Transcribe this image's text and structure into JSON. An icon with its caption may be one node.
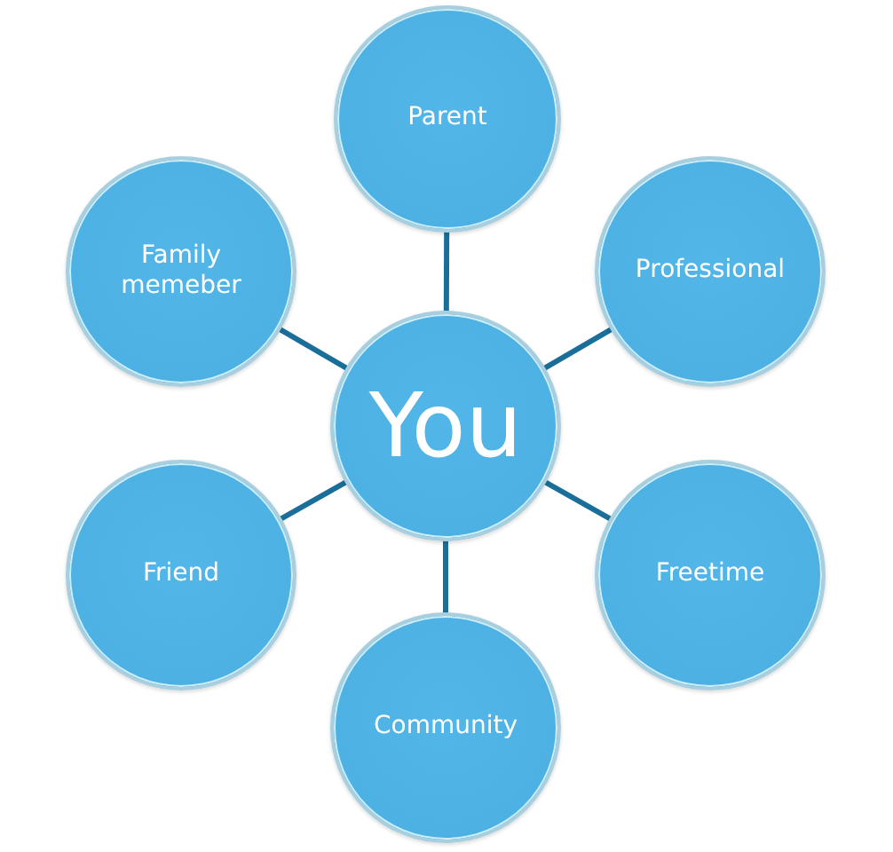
{
  "diagram": {
    "nodes": [
      {
        "text": [
          "Parent"
        ]
      },
      {
        "text": [
          "Family memeber"
        ]
      },
      {
        "text": [
          "Professional"
        ]
      },
      {
        "text": [
          "You"
        ]
      },
      {
        "text": [
          "Friend"
        ]
      },
      {
        "text": [
          "Freetime"
        ]
      },
      {
        "text": [
          "Community"
        ]
      }
    ],
    "edges": [
      {
        "from": 3,
        "to": 0,
        "arrow": "none"
      },
      {
        "from": 3,
        "to": 2,
        "arrow": "none"
      },
      {
        "from": 3,
        "to": 5,
        "arrow": "none"
      },
      {
        "from": 3,
        "to": 6,
        "arrow": "none"
      },
      {
        "from": 3,
        "to": 4,
        "arrow": "none"
      },
      {
        "from": 3,
        "to": 1,
        "arrow": "none"
      }
    ]
  }
}
